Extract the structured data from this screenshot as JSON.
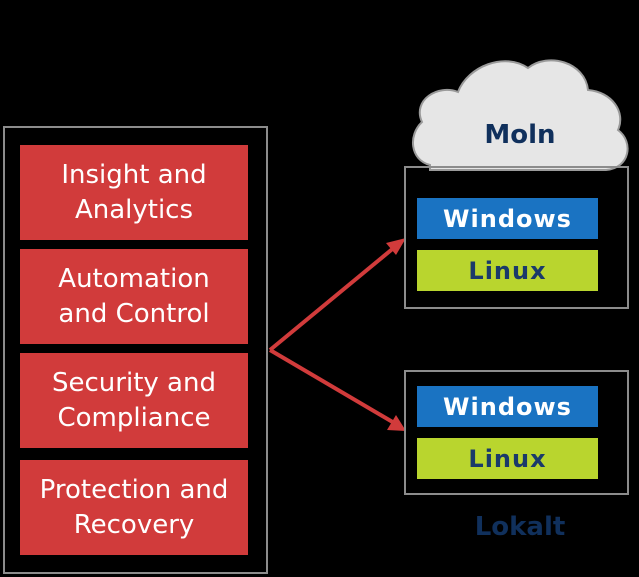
{
  "capabilities": [
    {
      "line1": "Insight and",
      "line2": "Analytics"
    },
    {
      "line1": "Automation",
      "line2": "and Control"
    },
    {
      "line1": "Security and",
      "line2": "Compliance"
    },
    {
      "line1": "Protection and",
      "line2": "Recovery"
    }
  ],
  "cloud": {
    "label": "Moln",
    "os": [
      "Windows",
      "Linux"
    ]
  },
  "local": {
    "label": "Lokalt",
    "os": [
      "Windows",
      "Linux"
    ]
  },
  "colors": {
    "background": "#000000",
    "capability": "#d13b3b",
    "windows": "#1a73c2",
    "linux": "#b9d52e",
    "arrow": "#d13b3b",
    "cloud_fill": "#e6e6e6",
    "label_text": "#10305c"
  }
}
